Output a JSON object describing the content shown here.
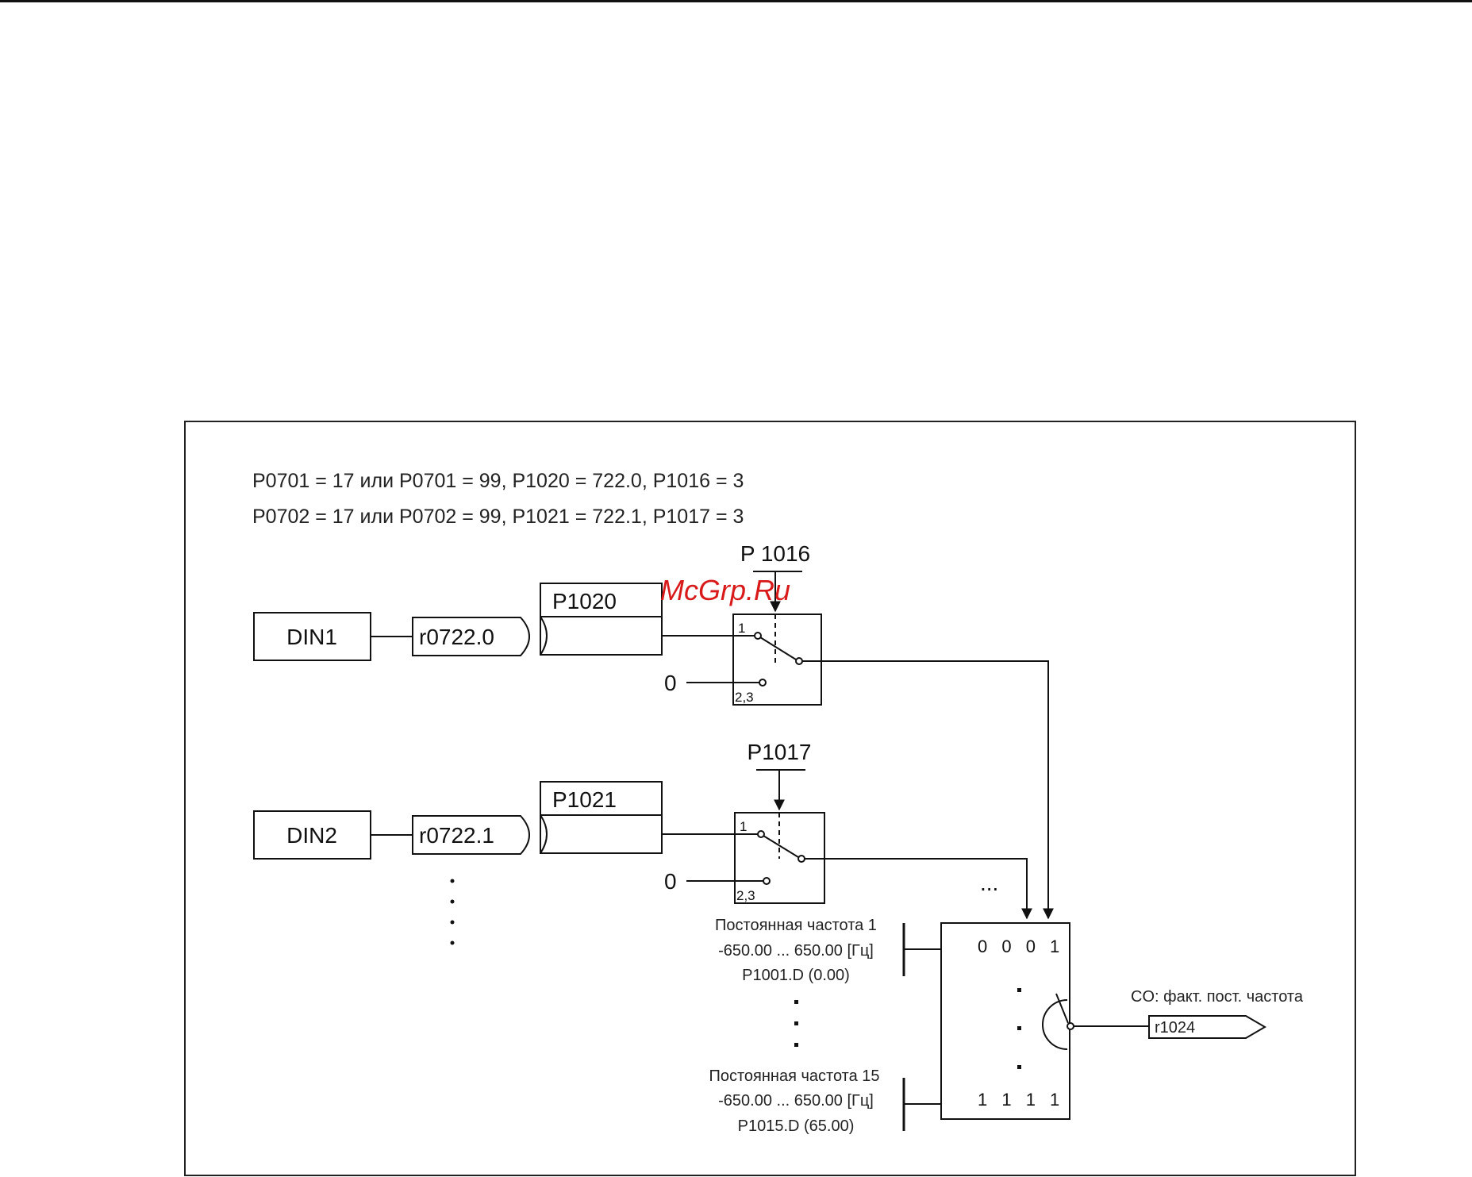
{
  "conditions": [
    "P0701 = 17 или P0701 = 99, P1020 = 722.0, P1016 = 3",
    "P0702 = 17 или P0702 = 99, P1021 = 722.1, P1017 = 3"
  ],
  "channels": [
    {
      "din": "DIN1",
      "bit": "r0722.0",
      "selector": "P1020",
      "mode_param": "P 1016",
      "input_one": "1",
      "input_zero_value": "0",
      "input_other": "2,3"
    },
    {
      "din": "DIN2",
      "bit": "r0722.1",
      "selector": "P1021",
      "mode_param": "P1017",
      "input_one": "1",
      "input_zero_value": "0",
      "input_other": "2,3"
    }
  ],
  "ellipsis_dots": "...",
  "fixed_freqs": [
    {
      "name": "Постоянная частота 1",
      "range": "-650.00 ... 650.00  [Гц]",
      "param": "P1001.D (0.00)",
      "code": "0 0 0 1"
    },
    {
      "name": "Постоянная частота 15",
      "range": "-650.00 ... 650.00  [Гц]",
      "param": "P1015.D (65.00)",
      "code": "1 1 1 1"
    }
  ],
  "output": {
    "label": "CO: факт. пост. частота",
    "param": "r1024"
  },
  "watermark": "McGrp.Ru",
  "colors": {
    "line": "#111111",
    "watermark": "#d91a1a",
    "frame": "#222222"
  }
}
